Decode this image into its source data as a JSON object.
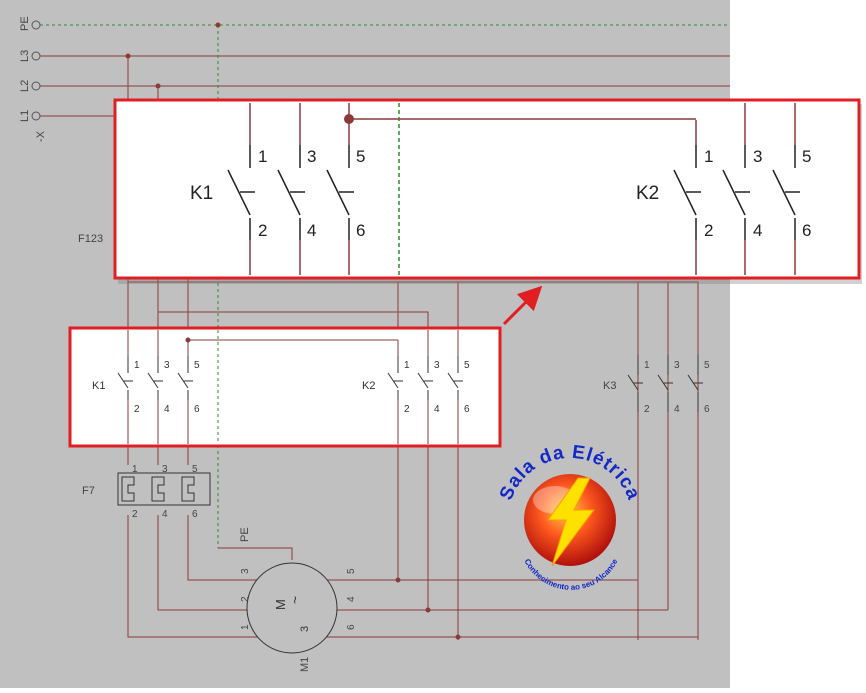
{
  "supply": {
    "terminal_block": "-X",
    "lines": [
      "PE",
      "L3",
      "L2",
      "L1"
    ]
  },
  "fuse_label": "F123",
  "contactors": {
    "k1": "K1",
    "k2": "K2",
    "k3": "K3",
    "top_terminals": [
      "1",
      "3",
      "5"
    ],
    "bottom_terminals": [
      "2",
      "4",
      "6"
    ]
  },
  "overload_relay": {
    "label": "F7",
    "top_terminals": [
      "1",
      "3",
      "5"
    ],
    "bottom_terminals": [
      "2",
      "4",
      "6"
    ]
  },
  "motor": {
    "label": "M1",
    "symbol": "M",
    "tilde": "~",
    "phase_count": "3",
    "pe_label": "PE",
    "left_terminals": [
      "3",
      "2",
      "1"
    ],
    "right_terminals": [
      "5",
      "4",
      "6"
    ]
  },
  "logo": {
    "brand": "Sala da Elétrica",
    "tagline": "Conhecimento ao seu Alcance"
  },
  "colors": {
    "canvas": "#c0c0c0",
    "wire": "#8b3a3a",
    "highlight_frame": "#e01e24",
    "pe_dashed": "#2e8b2e",
    "symbol": "#333333"
  }
}
